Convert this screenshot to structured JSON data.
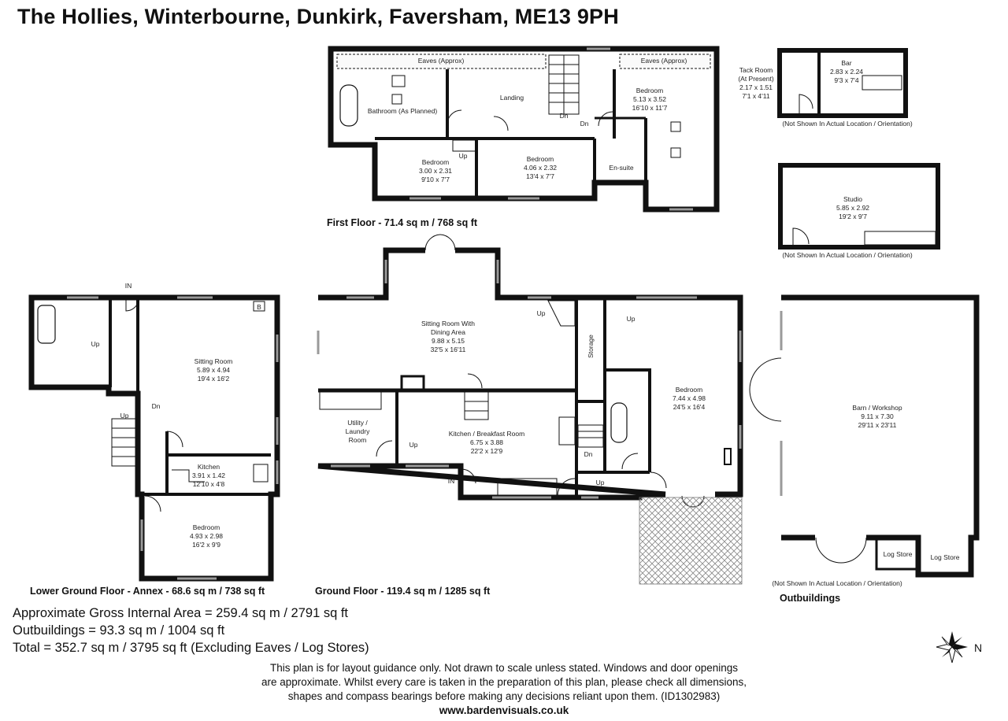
{
  "title": "The Hollies, Winterbourne, Dunkirk, Faversham, ME13 9PH",
  "floors": {
    "first": "First Floor - 71.4 sq m / 768 sq ft",
    "lower": "Lower Ground Floor - Annex - 68.6 sq m / 738 sq ft",
    "ground": "Ground Floor - 119.4 sq m / 1285 sq ft",
    "outbuildings": "Outbuildings"
  },
  "rooms": {
    "ff_eaves_left": "Eaves (Approx)",
    "ff_eaves_right": "Eaves (Approx)",
    "ff_bathroom": "Bathroom (As Planned)",
    "ff_landing": "Landing",
    "ff_bed1": [
      "Bedroom",
      "3.00 x 2.31",
      "9'10 x 7'7"
    ],
    "ff_bed2": [
      "Bedroom",
      "4.06 x 2.32",
      "13'4 x 7'7"
    ],
    "ff_bed3": [
      "Bedroom",
      "5.13 x 3.52",
      "16'10 x 11'7"
    ],
    "ff_ensuite": "En-suite",
    "ff_up": "Up",
    "ff_dn1": "Dn",
    "ff_dn2": "Dn",
    "tack": [
      "Tack Room",
      "(At Present)",
      "2.17 x 1.51",
      "7'1 x 4'11"
    ],
    "bar": [
      "Bar",
      "2.83 x 2.24",
      "9'3 x 7'4"
    ],
    "studio": [
      "Studio",
      "5.85 x 2.92",
      "19'2 x 9'7"
    ],
    "lg_in": "IN",
    "lg_up1": "Up",
    "lg_up2": "Up",
    "lg_dn": "Dn",
    "lg_b": "B",
    "lg_sitting": [
      "Sitting Room",
      "5.89 x 4.94",
      "19'4 x 16'2"
    ],
    "lg_kitchen": [
      "Kitchen",
      "3.91 x 1.42",
      "12'10 x 4'8"
    ],
    "lg_bedroom": [
      "Bedroom",
      "4.93 x 2.98",
      "16'2 x 9'9"
    ],
    "gf_sitting": [
      "Sitting Room With",
      "Dining Area",
      "9.88 x 5.15",
      "32'5 x 16'11"
    ],
    "gf_utility": [
      "Utility /",
      "Laundry",
      "Room"
    ],
    "gf_kitchen": [
      "Kitchen / Breakfast Room",
      "6.75 x 3.88",
      "22'2 x 12'9"
    ],
    "gf_storage": "Storage",
    "gf_bedroom": [
      "Bedroom",
      "7.44 x 4.98",
      "24'5 x 16'4"
    ],
    "gf_in": "IN",
    "gf_up1": "Up",
    "gf_up2": "Up",
    "gf_up3": "Up",
    "gf_up4": "Up",
    "gf_dn": "Dn",
    "barn": [
      "Barn / Workshop",
      "9.11 x 7.30",
      "29'11 x 23'11"
    ],
    "logstore1": "Log Store",
    "logstore2": "Log Store"
  },
  "notes": {
    "not_shown": "(Not Shown In Actual Location / Orientation)"
  },
  "areas": [
    "Approximate Gross Internal Area = 259.4 sq m / 2791 sq ft",
    "Outbuildings = 93.3 sq m / 1004 sq ft",
    "Total = 352.7 sq m / 3795 sq ft (Excluding Eaves / Log Stores)"
  ],
  "disclaimer": [
    "This plan is for layout guidance only. Not drawn to scale unless stated. Windows and door openings",
    "are approximate. Whilst every care is taken in the preparation of this plan, please check all dimensions,",
    "shapes and compass bearings before making any decisions reliant upon them. (ID1302983)"
  ],
  "website": "www.bardenvisuals.co.uk",
  "compass": {
    "label": "N"
  },
  "colors": {
    "wall": "#111111",
    "window": "#9a9a9a",
    "hatch": "#777777"
  }
}
